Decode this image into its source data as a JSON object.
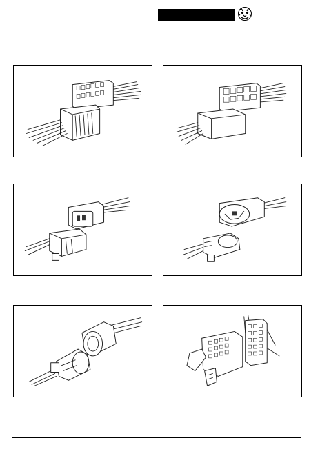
{
  "header": {
    "block_color": "#000000",
    "logo_icon": "jaguar-growler-icon"
  },
  "figures": [
    {
      "name": "multi-pin-connector-pair-1"
    },
    {
      "name": "multi-pin-connector-pair-2"
    },
    {
      "name": "sealed-connector-pair-1"
    },
    {
      "name": "sealed-connector-pair-2"
    },
    {
      "name": "round-sealed-connector-pair"
    },
    {
      "name": "large-multi-pin-connector"
    }
  ]
}
